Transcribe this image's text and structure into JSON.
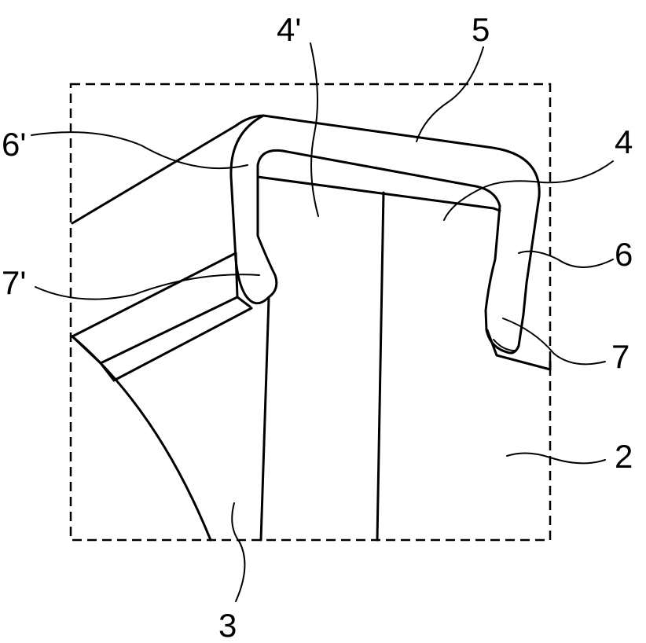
{
  "labels": {
    "l5": "5",
    "l4p": "4'",
    "l4": "4",
    "l6p": "6'",
    "l6": "6",
    "l7p": "7'",
    "l7": "7",
    "l2": "2",
    "l3": "3"
  }
}
